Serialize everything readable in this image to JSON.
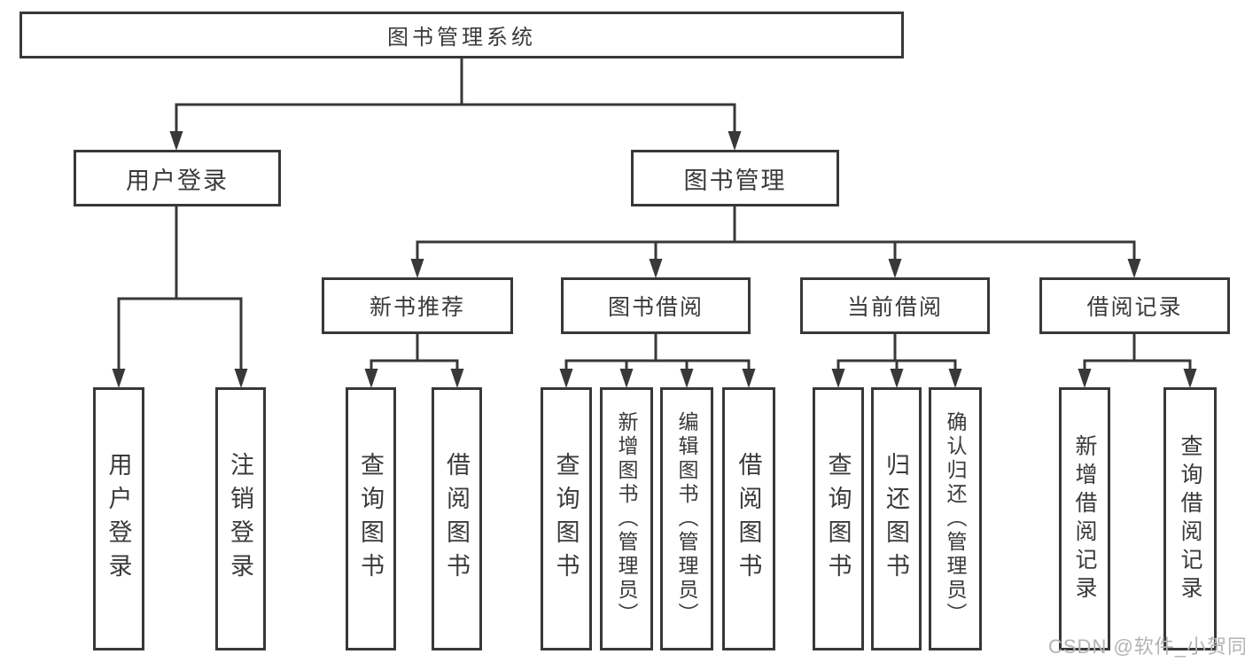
{
  "diagram": {
    "root": "图书管理系统",
    "level2": [
      "用户登录",
      "图书管理"
    ],
    "level3": [
      "新书推荐",
      "图书借阅",
      "当前借阅",
      "借阅记录"
    ],
    "leaves": {
      "user_login": [
        "用户登录",
        "注销登录"
      ],
      "new_book": [
        "查询图书",
        "借阅图书"
      ],
      "book_borrow": [
        "查询图书",
        "新增图书（管理员）",
        "编辑图书（管理员）",
        "借阅图书"
      ],
      "current_borrow": [
        "查询图书",
        "归还图书",
        "确认归还（管理员）"
      ],
      "borrow_record": [
        "新增借阅记录",
        "查询借阅记录"
      ]
    }
  },
  "colors": {
    "line": "#383838",
    "text": "#3a3a3a",
    "watermark": "#b3b3b3",
    "background": "#ffffff"
  },
  "watermark": "CSDN @软件_小贺同学"
}
